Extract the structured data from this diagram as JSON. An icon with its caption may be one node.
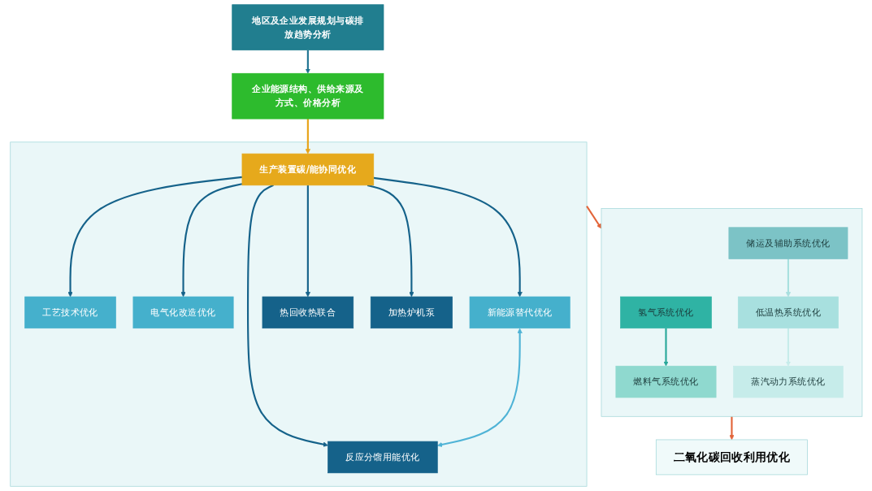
{
  "diagram": {
    "nodes": [
      {
        "text": [
          "地区及企业发展规划与碳排放趋势分析"
        ]
      },
      {
        "text": [
          "企业能源结构、供给来源及方式、价格分析"
        ]
      },
      {
        "text": [],
        "shape": "box"
      },
      {
        "text": [
          "生产装置碳/能协同优化"
        ],
        "in": 2
      },
      {
        "text": [
          "工艺技术优化"
        ],
        "in": 2
      },
      {
        "text": [
          "电气化改造优化"
        ],
        "in": 2
      },
      {
        "text": [
          "新能源替代优化"
        ],
        "in": 2
      },
      {
        "text": [
          "反应分馏用能优化"
        ],
        "in": 2
      },
      {
        "text": [
          "热回收热联合"
        ],
        "in": 2
      },
      {
        "text": [
          "加热炉机泵"
        ],
        "in": 2
      },
      {
        "text": [],
        "shape": "box"
      },
      {
        "text": [
          "氢气系统优化"
        ],
        "in": 10
      },
      {
        "text": [
          "燃料气系统优化"
        ],
        "in": 10
      },
      {
        "text": [
          "储运及辅助系统优化"
        ],
        "in": 10
      },
      {
        "text": [
          "低温热系统优化"
        ],
        "in": 10
      },
      {
        "text": [
          "蒸汽动力系统优化"
        ],
        "in": 10
      },
      {
        "text": [
          "二氧化碳回收利用优化"
        ]
      }
    ],
    "edges": [
      {
        "from": 0,
        "to": 1,
        "arrow": "to",
        "color": "#1f7391"
      },
      {
        "from": 1,
        "to": 3,
        "arrow": "to",
        "color": "#e8a317"
      },
      {
        "from": 3,
        "to": 4,
        "arrow": "to"
      },
      {
        "from": 3,
        "to": 5,
        "arrow": "to"
      },
      {
        "from": 3,
        "to": 6,
        "arrow": "to"
      },
      {
        "from": 3,
        "to": 7,
        "arrow": "to"
      },
      {
        "from": 3,
        "to": 8,
        "arrow": "to"
      },
      {
        "from": 3,
        "to": 9,
        "arrow": "to"
      },
      {
        "from": 6,
        "to": 7,
        "arrow": "both",
        "color": "#4fb3d6"
      },
      {
        "from": 2,
        "to": 10,
        "arrow": "to",
        "color": "#e2653a"
      },
      {
        "from": 11,
        "to": 12,
        "arrow": "to",
        "color": "#2aa89a"
      },
      {
        "from": 13,
        "to": 14,
        "arrow": "to",
        "color": "#a8e0df"
      },
      {
        "from": 14,
        "to": 15,
        "arrow": "to",
        "color": "#c6ecea"
      },
      {
        "from": 10,
        "to": 16,
        "arrow": "to",
        "color": "#e2653a"
      }
    ]
  }
}
